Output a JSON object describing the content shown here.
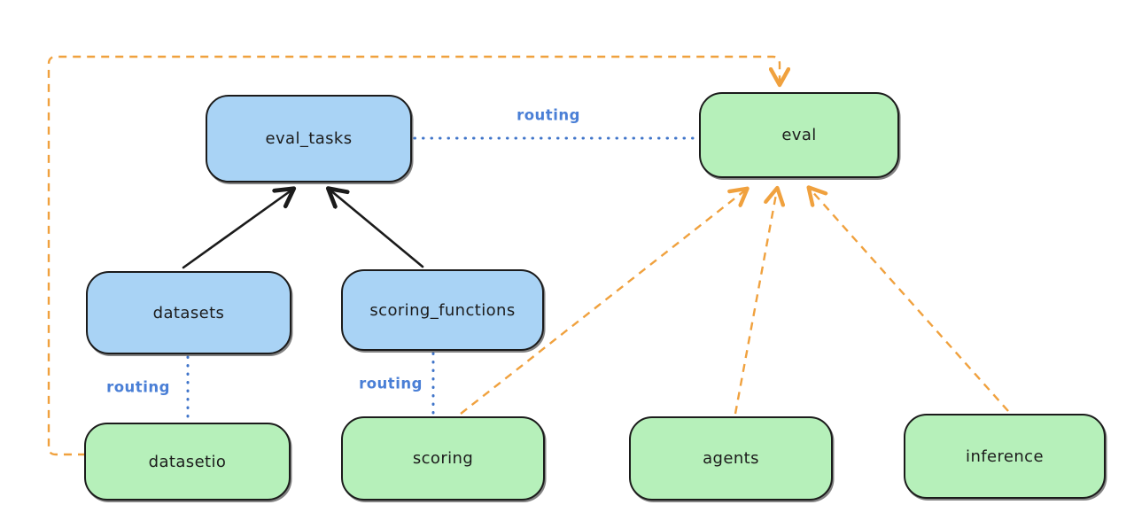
{
  "diagram": {
    "nodes": {
      "eval_tasks": {
        "label": "eval_tasks",
        "kind": "blue"
      },
      "datasets": {
        "label": "datasets",
        "kind": "blue"
      },
      "scoring_functions": {
        "label": "scoring_functions",
        "kind": "blue"
      },
      "eval": {
        "label": "eval",
        "kind": "green"
      },
      "datasetio": {
        "label": "datasetio",
        "kind": "green"
      },
      "scoring": {
        "label": "scoring",
        "kind": "green"
      },
      "agents": {
        "label": "agents",
        "kind": "green"
      },
      "inference": {
        "label": "inference",
        "kind": "green"
      }
    },
    "edge_labels": {
      "eval_tasks_eval": "routing",
      "datasets_datasetio": "routing",
      "scoring_functions_scoring": "routing"
    },
    "edges": [
      {
        "from": "datasets",
        "to": "eval_tasks",
        "style": "solid-arrow",
        "color": "#1b1b1b"
      },
      {
        "from": "scoring_functions",
        "to": "eval_tasks",
        "style": "solid-arrow",
        "color": "#1b1b1b"
      },
      {
        "from": "eval_tasks",
        "to": "eval",
        "style": "dotted",
        "color": "#3f74c9",
        "label": "routing"
      },
      {
        "from": "datasets",
        "to": "datasetio",
        "style": "dotted",
        "color": "#3f74c9",
        "label": "routing"
      },
      {
        "from": "scoring_functions",
        "to": "scoring",
        "style": "dotted",
        "color": "#3f74c9",
        "label": "routing"
      },
      {
        "from": "datasetio",
        "to": "eval",
        "style": "dashed-arrow",
        "color": "#f0a13e"
      },
      {
        "from": "scoring",
        "to": "eval",
        "style": "dashed-arrow",
        "color": "#f0a13e"
      },
      {
        "from": "agents",
        "to": "eval",
        "style": "dashed-arrow",
        "color": "#f0a13e"
      },
      {
        "from": "inference",
        "to": "eval",
        "style": "dashed-arrow",
        "color": "#f0a13e"
      }
    ],
    "colors": {
      "blue_node_fill": "#a9d3f5",
      "green_node_fill": "#b6f0ba",
      "node_stroke": "#1b1b1b",
      "routing_text": "#4a7fd6",
      "dotted_edge": "#3f74c9",
      "dashed_edge": "#f0a13e",
      "background": "#ffffff"
    }
  }
}
